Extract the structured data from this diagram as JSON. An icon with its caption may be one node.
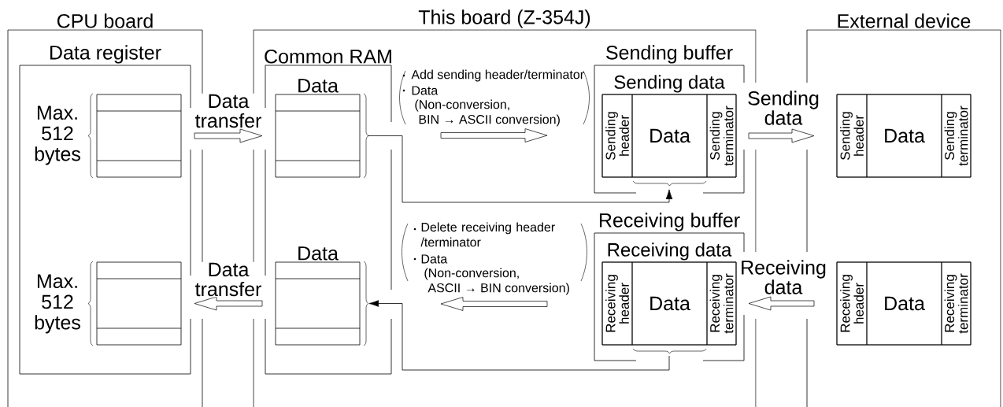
{
  "diagram": {
    "nodes": [
      {
        "text": [
          "CPU board"
        ]
      },
      {
        "text": [
          "Data register"
        ],
        "in": 0
      },
      {
        "text": [],
        "shape": "box",
        "in": 1,
        "beside": [
          "Max. 512 bytes"
        ]
      },
      {
        "text": [],
        "shape": "box",
        "in": 1,
        "beside": [
          "Max. 512 bytes"
        ]
      },
      {
        "text": [
          "This board (Z-354J)"
        ]
      },
      {
        "text": [
          "Common RAM"
        ],
        "in": 4
      },
      {
        "text": [
          "Data"
        ],
        "in": 5
      },
      {
        "text": [
          "Data"
        ],
        "in": 5
      },
      {
        "text": [
          "Sending buffer"
        ],
        "in": 4
      },
      {
        "text": [
          "Sending data"
        ],
        "in": 8
      },
      {
        "text": [
          "Sending header"
        ],
        "in": 9
      },
      {
        "text": [
          "Data"
        ],
        "in": 9
      },
      {
        "text": [
          "Sending terminator"
        ],
        "in": 9
      },
      {
        "text": [
          "Receiving buffer"
        ],
        "in": 4
      },
      {
        "text": [
          "Receiving data"
        ],
        "in": 13
      },
      {
        "text": [
          "Receiving header"
        ],
        "in": 14
      },
      {
        "text": [
          "Data"
        ],
        "in": 14
      },
      {
        "text": [
          "Receiving terminator"
        ],
        "in": 14
      },
      {
        "text": [
          "External device"
        ]
      },
      {
        "text": [],
        "shape": "box",
        "in": 18
      },
      {
        "text": [
          "Sending header"
        ],
        "in": 19
      },
      {
        "text": [
          "Data"
        ],
        "in": 19
      },
      {
        "text": [
          "Sending terminator"
        ],
        "in": 19
      },
      {
        "text": [],
        "shape": "box",
        "in": 18
      },
      {
        "text": [
          "Receiving header"
        ],
        "in": 23
      },
      {
        "text": [
          "Data"
        ],
        "in": 23
      },
      {
        "text": [
          "Receiving terminator"
        ],
        "in": 23
      }
    ],
    "edges": [
      {
        "from": 2,
        "to": 6,
        "arrow": "to",
        "label": "Data transfer",
        "style": "thick"
      },
      {
        "from": 7,
        "to": 3,
        "arrow": "to",
        "label": "Data transfer",
        "style": "thick"
      },
      {
        "from": 6,
        "to": 9,
        "arrow": "to"
      },
      {
        "from": 14,
        "to": 7,
        "arrow": "to"
      },
      {
        "from": 9,
        "to": 19,
        "arrow": "to",
        "label": "Sending data",
        "style": "thick"
      },
      {
        "from": 23,
        "to": 14,
        "arrow": "to",
        "label": "Receiving data",
        "style": "thick"
      }
    ],
    "labels": [
      "Add sending header/terminator",
      "Data",
      "(Non-conversion,",
      "BIN → ASCII conversion)",
      "Delete receiving header /terminator",
      "Data",
      "(Non-conversion,",
      "ASCII → BIN conversion)"
    ]
  }
}
